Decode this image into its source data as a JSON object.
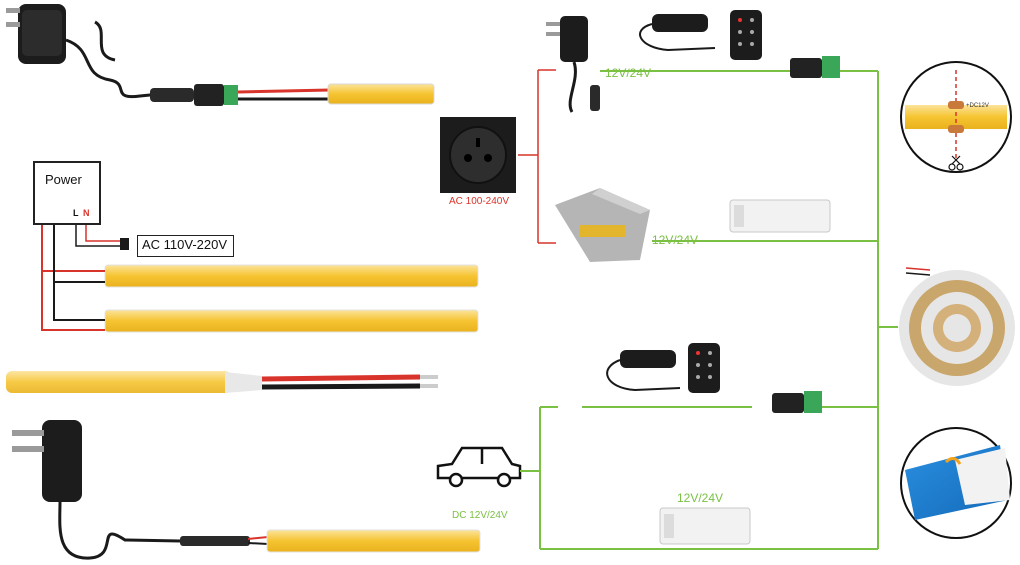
{
  "labels": {
    "power": "Power",
    "ac_input": "AC 110V-220V",
    "wall_socket": "AC 100-240V",
    "adapter_voltage": "12V/24V",
    "psu_voltage": "12V/24V",
    "car_voltage": "DC 12V/24V",
    "controller_voltage": "12V/24V",
    "terminal_l": "L",
    "terminal_n": "N",
    "cut_mark": "+DC12V"
  },
  "colors": {
    "wire_green": "#7ac143",
    "wire_red": "#d9342b",
    "wire_black": "#1a1a1a",
    "strip_yellow": "#f6c431",
    "device_black": "#1c1c1c",
    "device_white": "#f2f2f2"
  },
  "icons": [
    "power-adapter-icon",
    "dc-connector-icon",
    "wall-socket-icon",
    "car-icon",
    "remote-control-icon",
    "controller-icon",
    "power-supply-icon",
    "led-reel-icon",
    "scissors-icon"
  ]
}
